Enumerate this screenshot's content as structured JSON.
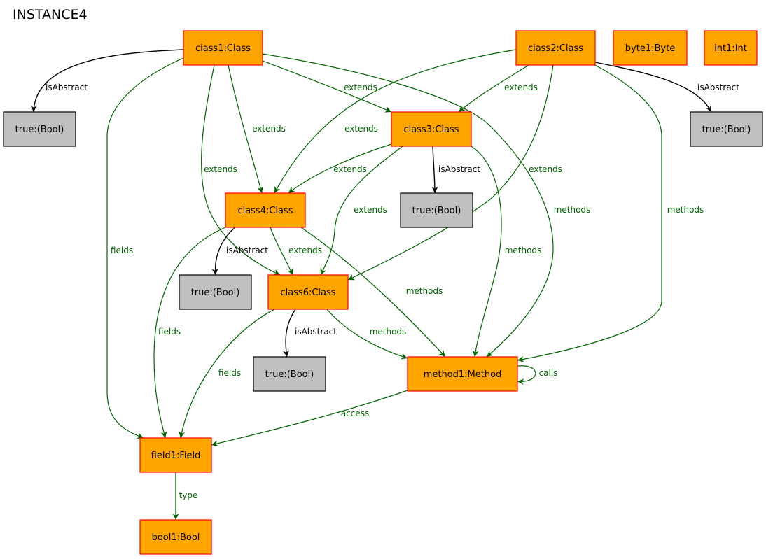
{
  "title": "INSTANCE4",
  "colors": {
    "class_fill": "#ffa500",
    "class_border": "#ff0000",
    "value_fill": "#c0c0c0",
    "value_border": "#000000",
    "link_green": "#006400",
    "link_black": "#000000"
  },
  "nodes": [
    {
      "id": "class1",
      "label": "class1:Class",
      "kind": "class"
    },
    {
      "id": "class2",
      "label": "class2:Class",
      "kind": "class"
    },
    {
      "id": "byte1",
      "label": "byte1:Byte",
      "kind": "class"
    },
    {
      "id": "int1",
      "label": "int1:Int",
      "kind": "class"
    },
    {
      "id": "true_a",
      "label": "true:(Bool)",
      "kind": "value"
    },
    {
      "id": "class3",
      "label": "class3:Class",
      "kind": "class"
    },
    {
      "id": "true_b",
      "label": "true:(Bool)",
      "kind": "value"
    },
    {
      "id": "class4",
      "label": "class4:Class",
      "kind": "class"
    },
    {
      "id": "true_c",
      "label": "true:(Bool)",
      "kind": "value"
    },
    {
      "id": "true_d",
      "label": "true:(Bool)",
      "kind": "value"
    },
    {
      "id": "class6",
      "label": "class6:Class",
      "kind": "class"
    },
    {
      "id": "true_e",
      "label": "true:(Bool)",
      "kind": "value"
    },
    {
      "id": "method1",
      "label": "method1:Method",
      "kind": "class"
    },
    {
      "id": "field1",
      "label": "field1:Field",
      "kind": "class"
    },
    {
      "id": "bool1",
      "label": "bool1:Bool",
      "kind": "class"
    }
  ],
  "edges": [
    {
      "id": "e1",
      "from": "class1",
      "to": "true_a",
      "label": "isAbstract",
      "color": "black"
    },
    {
      "id": "e2",
      "from": "class1",
      "to": "class3",
      "label": "extends",
      "color": "green"
    },
    {
      "id": "e3",
      "from": "class1",
      "to": "class4",
      "label": "extends",
      "color": "green"
    },
    {
      "id": "e4",
      "from": "class1",
      "to": "class6",
      "label": "extends",
      "color": "green"
    },
    {
      "id": "e5",
      "from": "class1",
      "to": "field1",
      "label": "fields",
      "color": "green"
    },
    {
      "id": "e6",
      "from": "class1",
      "to": "method1",
      "label": "methods",
      "color": "green"
    },
    {
      "id": "e7",
      "from": "class2",
      "to": "class3",
      "label": "extends",
      "color": "green"
    },
    {
      "id": "e8",
      "from": "class2",
      "to": "class4",
      "label": "extends",
      "color": "green"
    },
    {
      "id": "e9",
      "from": "class2",
      "to": "class6",
      "label": "extends",
      "color": "green"
    },
    {
      "id": "e10",
      "from": "class2",
      "to": "true_b",
      "label": "isAbstract",
      "color": "black"
    },
    {
      "id": "e11",
      "from": "class2",
      "to": "method1",
      "label": "methods",
      "color": "green"
    },
    {
      "id": "e12",
      "from": "class3",
      "to": "class4",
      "label": "extends",
      "color": "green"
    },
    {
      "id": "e13",
      "from": "class3",
      "to": "class6",
      "label": "extends",
      "color": "green"
    },
    {
      "id": "e14",
      "from": "class3",
      "to": "true_c",
      "label": "isAbstract",
      "color": "black"
    },
    {
      "id": "e15",
      "from": "class3",
      "to": "method1",
      "label": "methods",
      "color": "green"
    },
    {
      "id": "e16",
      "from": "class4",
      "to": "true_d",
      "label": "isAbstract",
      "color": "black"
    },
    {
      "id": "e17",
      "from": "class4",
      "to": "class6",
      "label": "extends",
      "color": "green"
    },
    {
      "id": "e18",
      "from": "class4",
      "to": "method1",
      "label": "methods",
      "color": "green"
    },
    {
      "id": "e19",
      "from": "class4",
      "to": "field1",
      "label": "fields",
      "color": "green"
    },
    {
      "id": "e20",
      "from": "class6",
      "to": "true_e",
      "label": "isAbstract",
      "color": "black"
    },
    {
      "id": "e21",
      "from": "class6",
      "to": "method1",
      "label": "methods",
      "color": "green"
    },
    {
      "id": "e22",
      "from": "class6",
      "to": "field1",
      "label": "fields",
      "color": "green"
    },
    {
      "id": "e23",
      "from": "method1",
      "to": "method1",
      "label": "calls",
      "color": "green"
    },
    {
      "id": "e24",
      "from": "method1",
      "to": "field1",
      "label": "access",
      "color": "green"
    },
    {
      "id": "e25",
      "from": "field1",
      "to": "bool1",
      "label": "type",
      "color": "green"
    }
  ]
}
